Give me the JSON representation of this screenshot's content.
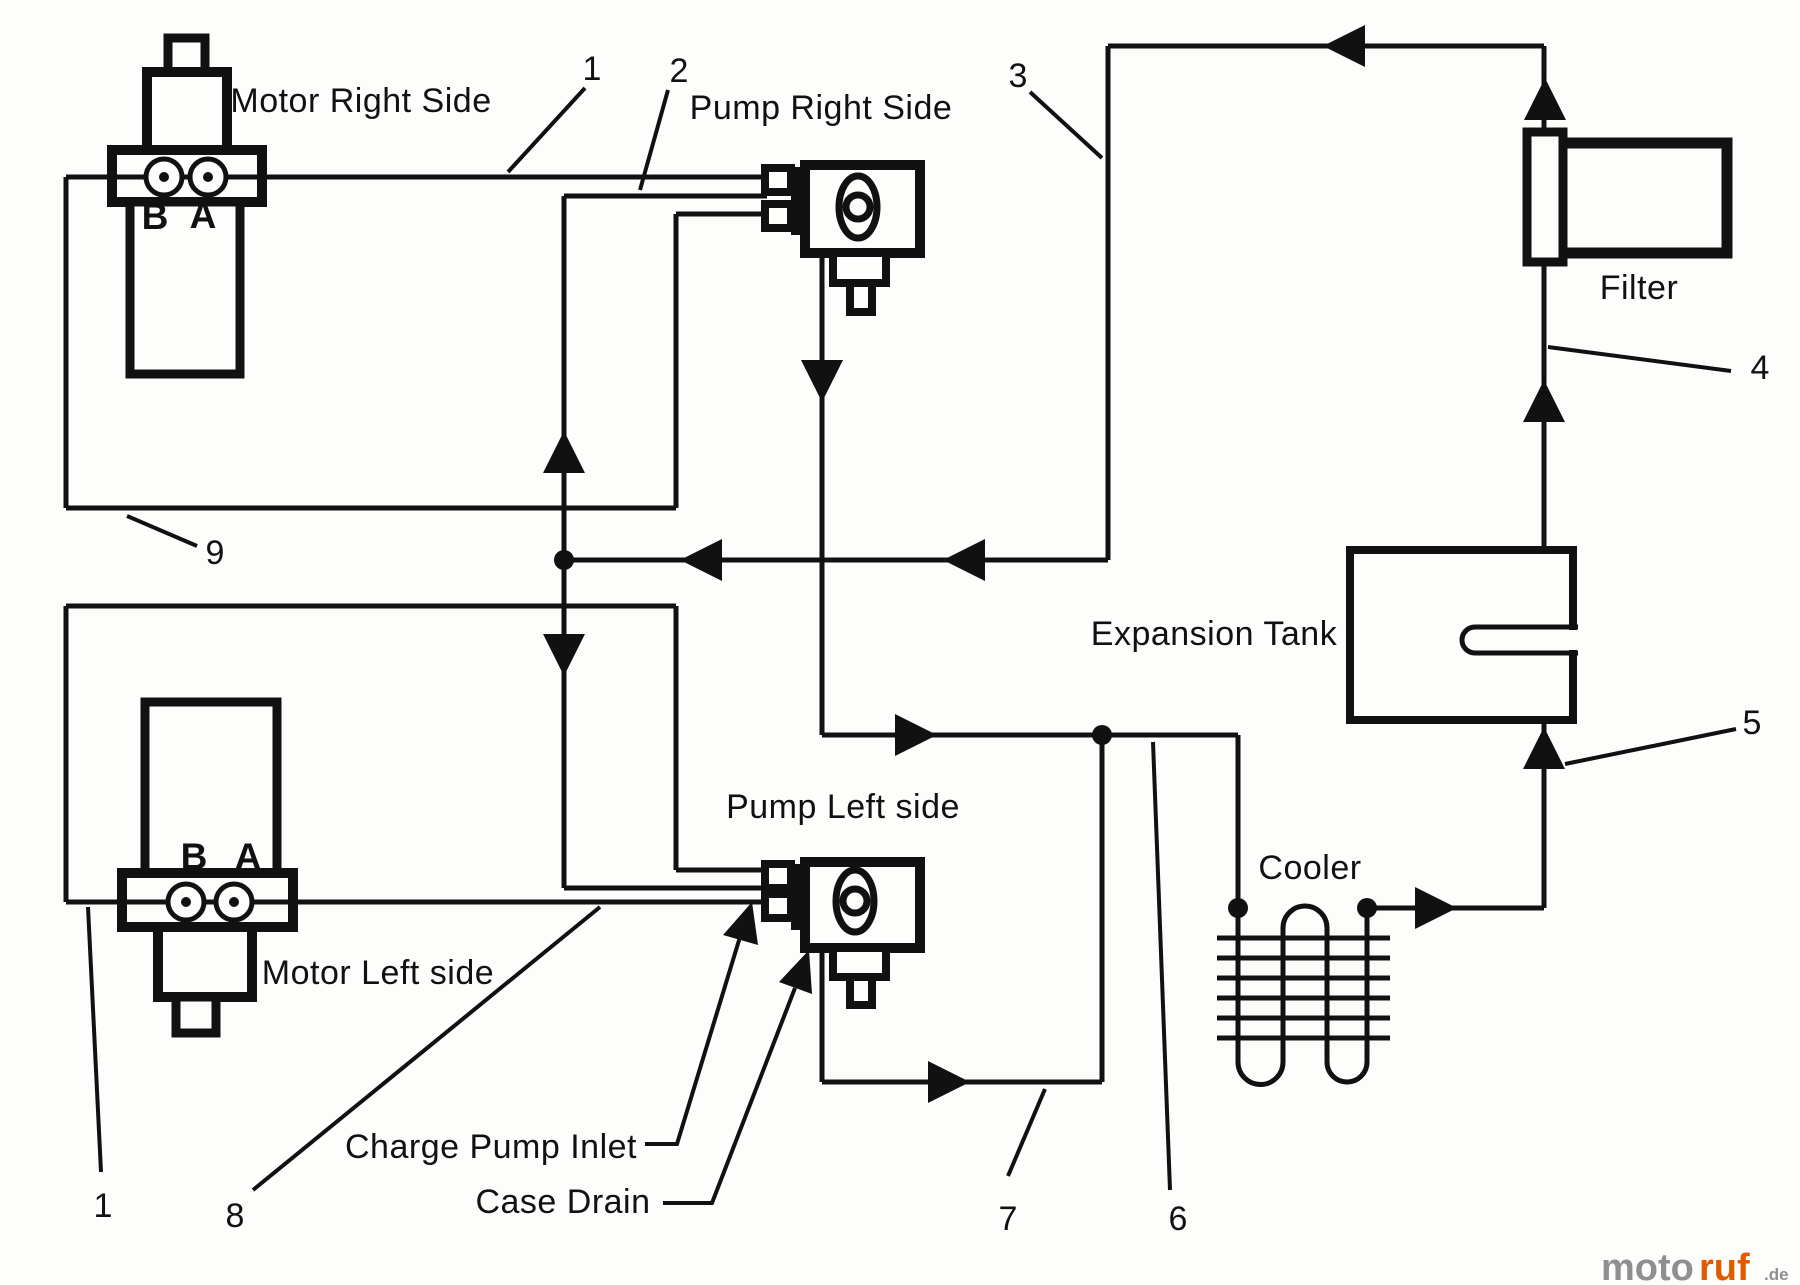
{
  "diagram": {
    "labels": {
      "motor_right": "Motor Right Side",
      "pump_right": "Pump Right Side",
      "pump_left": "Pump Left side",
      "motor_left": "Motor Left side",
      "filter": "Filter",
      "expansion_tank": "Expansion Tank",
      "cooler": "Cooler",
      "charge_pump_inlet": "Charge Pump Inlet",
      "case_drain": "Case Drain"
    },
    "ports": {
      "b": "B",
      "a": "A"
    },
    "callouts": {
      "c1_top": "1",
      "c2": "2",
      "c3": "3",
      "c4": "4",
      "c5": "5",
      "c6": "6",
      "c7": "7",
      "c8": "8",
      "c9": "9",
      "c1_bottom": "1"
    },
    "colors": {
      "line": "#111111",
      "background": "#fdfdfb",
      "logo_gray": "#8f8f8f",
      "logo_orange": "#e05a00"
    }
  },
  "logo": {
    "part1": "moto",
    "part2": "ruf",
    "part3": ".de"
  }
}
